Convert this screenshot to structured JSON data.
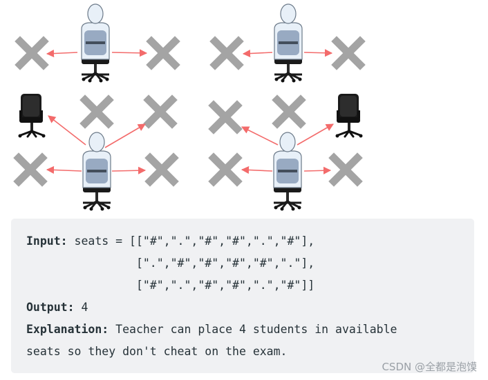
{
  "example": {
    "input_label": "Input:",
    "input_line1": " seats = [[\"#\",\".\",\"#\",\"#\",\".\",\"#\"],",
    "input_line2": "                [\".\",\"#\",\"#\",\"#\",\"#\",\".\"],",
    "input_line3": "                [\"#\",\".\",\"#\",\"#\",\".\",\"#\"]]",
    "output_label": "Output:",
    "output_value": " 4",
    "explanation_label": "Explanation:",
    "explanation_line1": " Teacher can place 4 students in available",
    "explanation_line2": "seats so they don't cheat on the exam."
  },
  "watermark": "CSDN @全都是泡馍",
  "colors": {
    "cross": "#a4a4a4",
    "arrow": "#f36b6b",
    "person_fill": "#e8f0f8",
    "person_stroke": "#6c7a89",
    "chair_back": "#8a9db8",
    "chair_dark": "#1a1a1a",
    "code_bg": "#f0f1f3"
  },
  "illustration": {
    "left_panel": {
      "row1": [
        "broken-seat-icon",
        "seated-student-icon",
        "broken-seat-icon"
      ],
      "row2": [
        "empty-chair-icon",
        "broken-seat-icon",
        "broken-seat-icon"
      ],
      "row3": [
        "broken-seat-icon",
        "seated-student-icon",
        "broken-seat-icon"
      ]
    },
    "right_panel": {
      "row1": [
        "broken-seat-icon",
        "seated-student-icon",
        "broken-seat-icon"
      ],
      "row2": [
        "broken-seat-icon",
        "broken-seat-icon",
        "empty-chair-icon"
      ],
      "row3": [
        "broken-seat-icon",
        "seated-student-icon",
        "broken-seat-icon"
      ]
    }
  }
}
